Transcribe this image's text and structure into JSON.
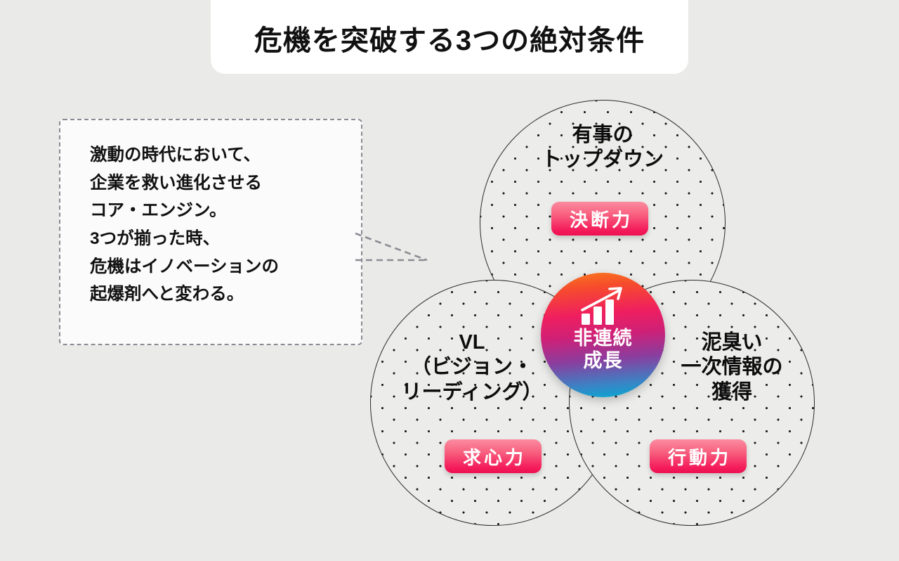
{
  "header": {
    "title": "危機を突破する3つの絶対条件"
  },
  "callout": {
    "lines": [
      "激動の時代において、",
      "企業を救い進化させる",
      "コア・エンジン。",
      "3つが揃った時、",
      "危機はイノベーションの",
      "起爆剤へと変わる。"
    ],
    "pointer_icon": "dashed-arrow-pointer"
  },
  "diagram": {
    "type": "venn",
    "circles": [
      {
        "id": "top",
        "label_lines": [
          "有事の",
          "トップダウン"
        ],
        "badge": "決断力",
        "badge_icon": "pink-pill-badge"
      },
      {
        "id": "left",
        "label_lines": [
          "VL",
          "（ビジョン・",
          "リーディング）"
        ],
        "badge": "求心力",
        "badge_icon": "pink-pill-badge"
      },
      {
        "id": "right",
        "label_lines": [
          "泥臭い",
          "一次情報の",
          "獲得"
        ],
        "badge": "行動力",
        "badge_icon": "pink-pill-badge"
      }
    ],
    "center": {
      "label_lines": [
        "非連続",
        "成長"
      ],
      "icon": "growth-bar-chart-arrow-icon"
    }
  },
  "colors": {
    "background": "#eaeae8",
    "title_card": "#ffffff",
    "text": "#111111",
    "badge_top": "#fb8ca0",
    "badge_bottom": "#ee0f50",
    "center_orange": "#f97b18",
    "center_magenta": "#ef1f5f",
    "center_purple": "#8b3d9e",
    "center_cyan": "#00aed4",
    "circle_fill": "#ececea",
    "circle_stroke": "#2b2b2b",
    "callout_border": "#8b8b93"
  }
}
